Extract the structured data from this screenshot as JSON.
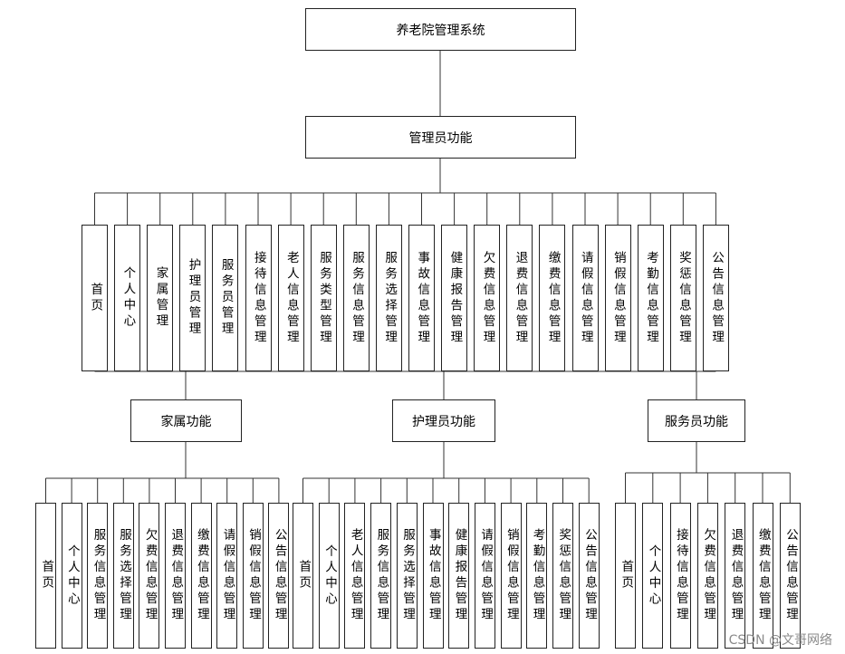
{
  "root": {
    "label": "养老院管理系统"
  },
  "admin": {
    "label": "管理员功能",
    "items": [
      "首页",
      "个人中心",
      "家属管理",
      "护理员管理",
      "服务员管理",
      "接待信息管理",
      "老人信息管理",
      "服务类型管理",
      "服务信息管理",
      "服务选择管理",
      "事故信息管理",
      "健康报告管理",
      "欠费信息管理",
      "退费信息管理",
      "缴费信息管理",
      "请假信息管理",
      "销假信息管理",
      "考勤信息管理",
      "奖惩信息管理",
      "公告信息管理"
    ]
  },
  "family": {
    "label": "家属功能",
    "items": [
      "首页",
      "个人中心",
      "服务信息管理",
      "服务选择管理",
      "欠费信息管理",
      "退费信息管理",
      "缴费信息管理",
      "请假信息管理",
      "销假信息管理",
      "公告信息管理"
    ]
  },
  "nurse": {
    "label": "护理员功能",
    "items": [
      "首页",
      "个人中心",
      "老人信息管理",
      "服务信息管理",
      "服务选择管理",
      "事故信息管理",
      "健康报告管理",
      "请假信息管理",
      "销假信息管理",
      "考勤信息管理",
      "奖惩信息管理",
      "公告信息管理"
    ]
  },
  "waiter": {
    "label": "服务员功能",
    "items": [
      "首页",
      "个人中心",
      "接待信息管理",
      "欠费信息管理",
      "退费信息管理",
      "缴费信息管理",
      "公告信息管理"
    ]
  },
  "watermark": "CSDN @文哥网络"
}
